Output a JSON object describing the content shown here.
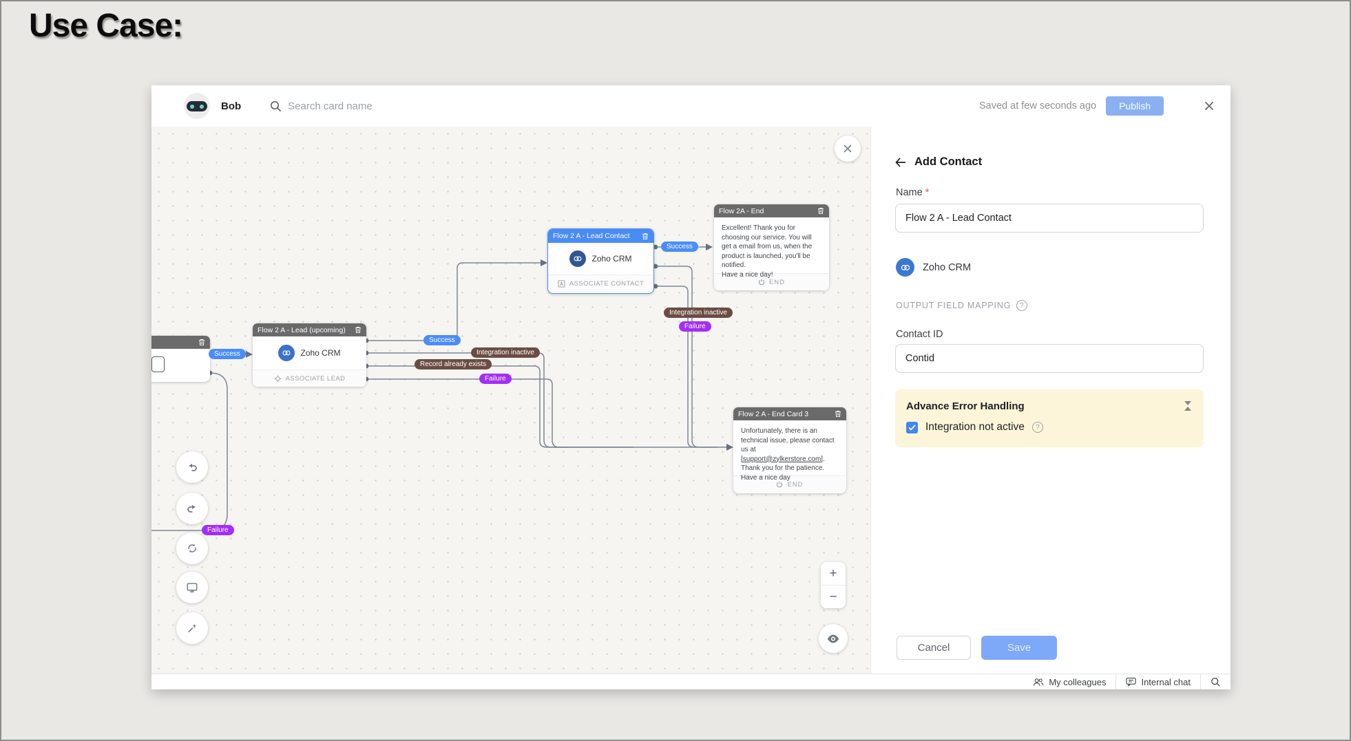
{
  "page": {
    "title": "Use Case:"
  },
  "topbar": {
    "bot_name": "Bob",
    "search_placeholder": "Search card name",
    "saved_status": "Saved at few seconds ago",
    "publish_label": "Publish"
  },
  "canvas": {
    "cards": {
      "lead_upcoming": {
        "title": "Flow 2 A - Lead (upcoming)",
        "service": "Zoho CRM",
        "action": "ASSOCIATE LEAD"
      },
      "lead_contact": {
        "title": "Flow 2 A - Lead Contact",
        "service": "Zoho CRM",
        "action": "ASSOCIATE CONTACT"
      },
      "end_card": {
        "title": "Flow 2A - End",
        "line1": "Excellent! Thank you for choosing our service. You will get a email from us, when the product is launched, you'll be notified.",
        "line2": "Have a nice day!",
        "end_label": "END"
      },
      "end_card_3": {
        "title": "Flow 2 A - End Card 3",
        "body_pre": "Unfortunately, there is an technical issue, please contact us at ",
        "link": "[support@zylkerstore.com]",
        "body_post": ". Thank you for the patience. Have a nice day",
        "end_label": "END"
      }
    },
    "pills": {
      "p0": {
        "label": "Success",
        "type": "blue"
      },
      "p1": {
        "label": "Success",
        "type": "blue"
      },
      "p2": {
        "label": "Integration inactive",
        "type": "brown"
      },
      "p3": {
        "label": "Record already exists",
        "type": "brown"
      },
      "p4": {
        "label": "Failure",
        "type": "purple"
      },
      "p5": {
        "label": "Success",
        "type": "blue"
      },
      "p6": {
        "label": "Integration inactive",
        "type": "brown"
      },
      "p7": {
        "label": "Failure",
        "type": "purple"
      },
      "p8": {
        "label": "Failure",
        "type": "purple"
      }
    }
  },
  "panel": {
    "title": "Add Contact",
    "name_label": "Name",
    "required_mark": "*",
    "name_value": "Flow 2 A - Lead Contact",
    "integration_name": "Zoho CRM",
    "output_section_label": "OUTPUT FIELD MAPPING",
    "contact_id_label": "Contact ID",
    "contact_id_value": "Contid",
    "error_handling_title": "Advance Error Handling",
    "error_checkbox_label": "Integration not active",
    "cancel_label": "Cancel",
    "save_label": "Save"
  },
  "bottombar": {
    "colleagues_label": "My colleagues",
    "chat_label": "Internal chat"
  },
  "colors": {
    "accent_blue": "#4a8cf5",
    "pill_blue": "#4a8df8",
    "pill_brown": "#6b4c43",
    "pill_purple": "#a32ef5",
    "warn_bg": "#fcf5d9",
    "canvas_bg": "#f6f5f2"
  }
}
